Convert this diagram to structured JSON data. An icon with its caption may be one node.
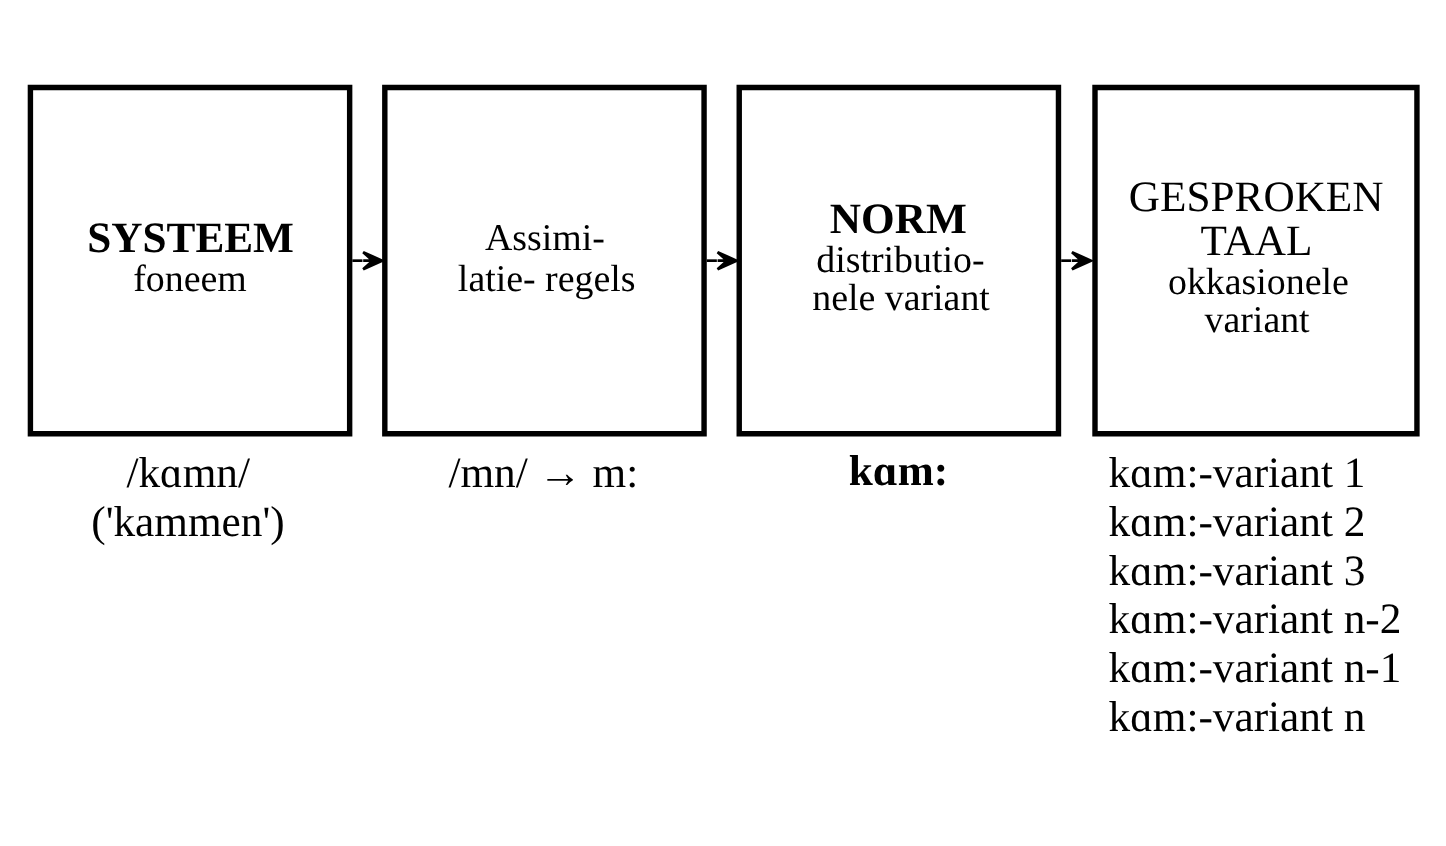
{
  "diagram": {
    "nodes": [
      {
        "text": [
          "SYSTEEM",
          "foneem"
        ],
        "beside": [
          "/kɑmn/",
          "('kammen')"
        ]
      },
      {
        "text": [
          "Assimi- latie- regels"
        ],
        "beside": [
          "/mn/ → m:"
        ]
      },
      {
        "text": [
          "NORM",
          "distributio- nele variant"
        ],
        "beside": [
          "kɑm:"
        ]
      },
      {
        "text": [
          "GESPROKEN TAAL",
          "okkasionele variant"
        ],
        "beside": [
          "kɑm:-variant 1",
          "kɑm:-variant 2",
          "kɑm:-variant 3",
          "kɑm:-variant n-2",
          "kɑm:-variant n-1",
          "kɑm:-variant n"
        ]
      }
    ],
    "edges": [
      {
        "from": 0,
        "to": 1,
        "arrow": "to"
      },
      {
        "from": 1,
        "to": 2,
        "arrow": "to"
      },
      {
        "from": 2,
        "to": 3,
        "arrow": "to"
      }
    ]
  }
}
